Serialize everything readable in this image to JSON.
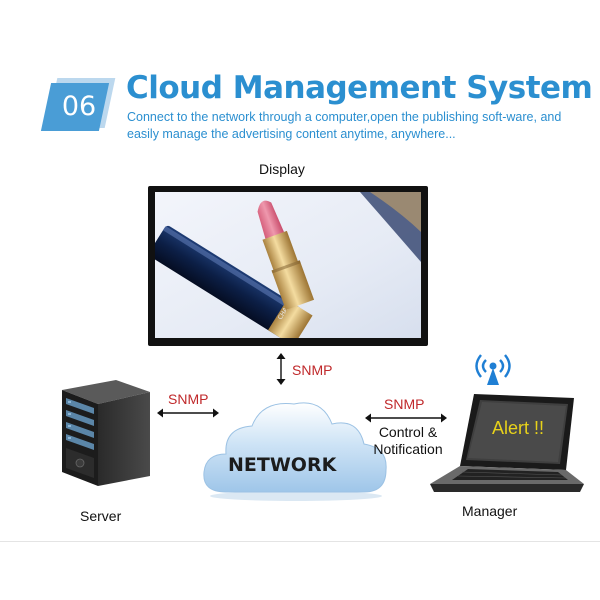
{
  "header": {
    "number": "06",
    "title": "Cloud Management System",
    "subtitle": "Connect to the network through a computer,open the publishing soft-ware, and easily manage the advertising content anytime, anywhere..."
  },
  "nodes": {
    "display": "Display",
    "server": "Server",
    "manager": "Manager",
    "network": "NETWORK"
  },
  "links": {
    "display_network": "SNMP",
    "server_network": "SNMP",
    "network_manager": "SNMP",
    "network_manager_note_1": "Control &",
    "network_manager_note_2": "Notification"
  },
  "screen": {
    "brand": "CHANEL",
    "alert": "Alert !!"
  },
  "colors": {
    "accent": "#2b8fd0",
    "badge": "#4a9dd6",
    "protocol": "#c0292b",
    "cloud": "#b9d7f0",
    "alert": "#e8d21a"
  },
  "icons": [
    "wifi-signal-icon",
    "server-icon",
    "laptop-icon",
    "cloud-icon",
    "monitor-icon"
  ]
}
